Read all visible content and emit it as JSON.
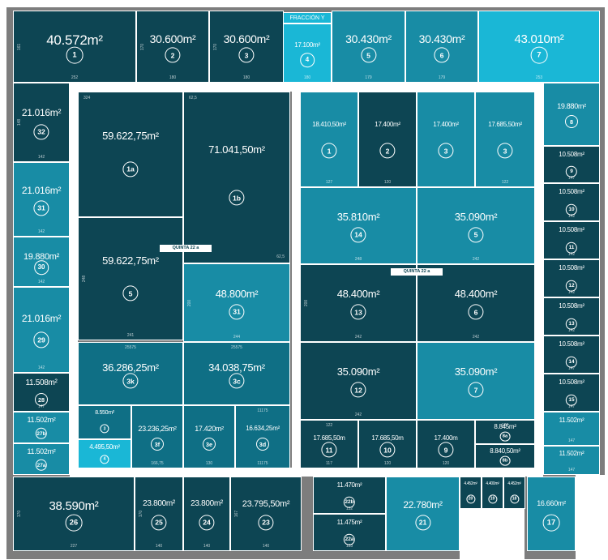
{
  "colors": {
    "dark": "#0d4553",
    "medium": "#0f6f85",
    "teal": "#188ca5",
    "cyan": "#1ab7d6",
    "boundary": "#7d7d7d",
    "road": "#ffffff"
  },
  "labels": {
    "fraccion": "FRACCIÓN Y",
    "street_left": "QUINTA 22 a",
    "street_right": "QUINTA 22 a"
  },
  "lots": [
    {
      "id": "1",
      "area": "40.572m²",
      "w": "252",
      "h": "161"
    },
    {
      "id": "2",
      "area": "30.600m²",
      "w": "180",
      "h": "170"
    },
    {
      "id": "3",
      "area": "30.600m²",
      "w": "180",
      "h": "170"
    },
    {
      "id": "4",
      "area": "17.100m²",
      "w": "180"
    },
    {
      "id": "5",
      "area": "30.430m²",
      "w": "179"
    },
    {
      "id": "6",
      "area": "30.430m²",
      "w": "179"
    },
    {
      "id": "7",
      "area": "43.010m²",
      "w": "253"
    },
    {
      "id": "8",
      "area": "19.880m²"
    },
    {
      "id": "9",
      "area": "10.508m²",
      "w": "147"
    },
    {
      "id": "10",
      "area": "10.508m²",
      "w": "142"
    },
    {
      "id": "11",
      "area": "10.508m²",
      "w": "142"
    },
    {
      "id": "12",
      "area": "10.508m²",
      "w": "142"
    },
    {
      "id": "13",
      "area": "10.508m²",
      "w": "142"
    },
    {
      "id": "14",
      "area": "10.508m²",
      "w": "147"
    },
    {
      "id": "15",
      "area": "10.508m²",
      "w": "147"
    },
    {
      "id": "16",
      "area": "11.502m²",
      "w": "147"
    },
    {
      "id": "16b",
      "area": "11.502m²",
      "w": "147"
    },
    {
      "id": "32",
      "area": "21.016m²",
      "w": "142",
      "h": "148"
    },
    {
      "id": "31",
      "area": "21.016m²",
      "w": "142"
    },
    {
      "id": "30",
      "area": "19.880m²",
      "w": "142"
    },
    {
      "id": "29",
      "area": "21.016m²",
      "w": "142"
    },
    {
      "id": "28",
      "area": "11.508m²",
      "w": "147"
    },
    {
      "id": "27b",
      "area": "11.502m²"
    },
    {
      "id": "27a",
      "area": "11.502m²"
    },
    {
      "id": "26",
      "area": "38.590m²",
      "w": "227",
      "h": "170"
    },
    {
      "id": "25",
      "area": "23.800m²",
      "w": "140",
      "h": "170"
    },
    {
      "id": "24",
      "area": "23.800m²",
      "w": "140"
    },
    {
      "id": "23",
      "area": "23.795,50m²",
      "w": "140",
      "h": "167"
    },
    {
      "id": "22b",
      "area": "11.470m²",
      "w": "132"
    },
    {
      "id": "22a",
      "area": "11.475m²",
      "w": "133"
    },
    {
      "id": "21",
      "area": "22.780m²"
    },
    {
      "id": "20",
      "area": "4.452m²"
    },
    {
      "id": "19",
      "area": "4.400m²"
    },
    {
      "id": "18",
      "area": "4.452m²"
    },
    {
      "id": "17",
      "area": "16.660m²"
    },
    {
      "id": "1a",
      "area": "59.622,75m²",
      "c": "324"
    },
    {
      "id": "1b",
      "area": "71.041,50m²",
      "c": "62,5",
      "c2": "62,5"
    },
    {
      "id": "5",
      "area": "59.622,75m²",
      "w": "241",
      "h": "248"
    },
    {
      "id": "31",
      "area": "48.800m²",
      "w": "244",
      "h": "200"
    },
    {
      "id": "3k",
      "area": "36.286,25m²",
      "t": "25575"
    },
    {
      "id": "3c",
      "area": "34.038,75m²",
      "t": "25575"
    },
    {
      "id": "3",
      "area": "8.550m²"
    },
    {
      "id": "4",
      "area": "4.495,50m²"
    },
    {
      "id": "3f",
      "area": "23.236,25m²",
      "w": "166,75"
    },
    {
      "id": "3e",
      "area": "17.420m²",
      "w": "130"
    },
    {
      "id": "3d",
      "area": "16.634,25m²",
      "t": "11175",
      "w": "11175"
    },
    {
      "id": "1",
      "area": "18.410,50m²",
      "w": "127"
    },
    {
      "id": "2",
      "area": "17.400m²",
      "w": "120"
    },
    {
      "id": "3",
      "area": "17.400m²"
    },
    {
      "id": "3",
      "area": "17.685,50m²",
      "w": "122"
    },
    {
      "id": "14",
      "area": "35.810m²",
      "w": "248"
    },
    {
      "id": "5",
      "area": "35.090m²",
      "w": "242"
    },
    {
      "id": "13",
      "area": "48.400m²",
      "w": "242",
      "h": "200"
    },
    {
      "id": "6",
      "area": "48.400m²",
      "w": "242"
    },
    {
      "id": "12",
      "area": "35.090m²",
      "w": "242"
    },
    {
      "id": "7",
      "area": "35.090m²"
    },
    {
      "id": "11",
      "area": "17.685,50m",
      "w": "117",
      "t": "122"
    },
    {
      "id": "10",
      "area": "17.685,50m",
      "w": "120"
    },
    {
      "id": "9",
      "area": "17.400m",
      "w": "120"
    },
    {
      "id": "8a",
      "area": "8.845m²",
      "t": "122"
    },
    {
      "id": "8b",
      "area": "8.840,50m²"
    }
  ]
}
